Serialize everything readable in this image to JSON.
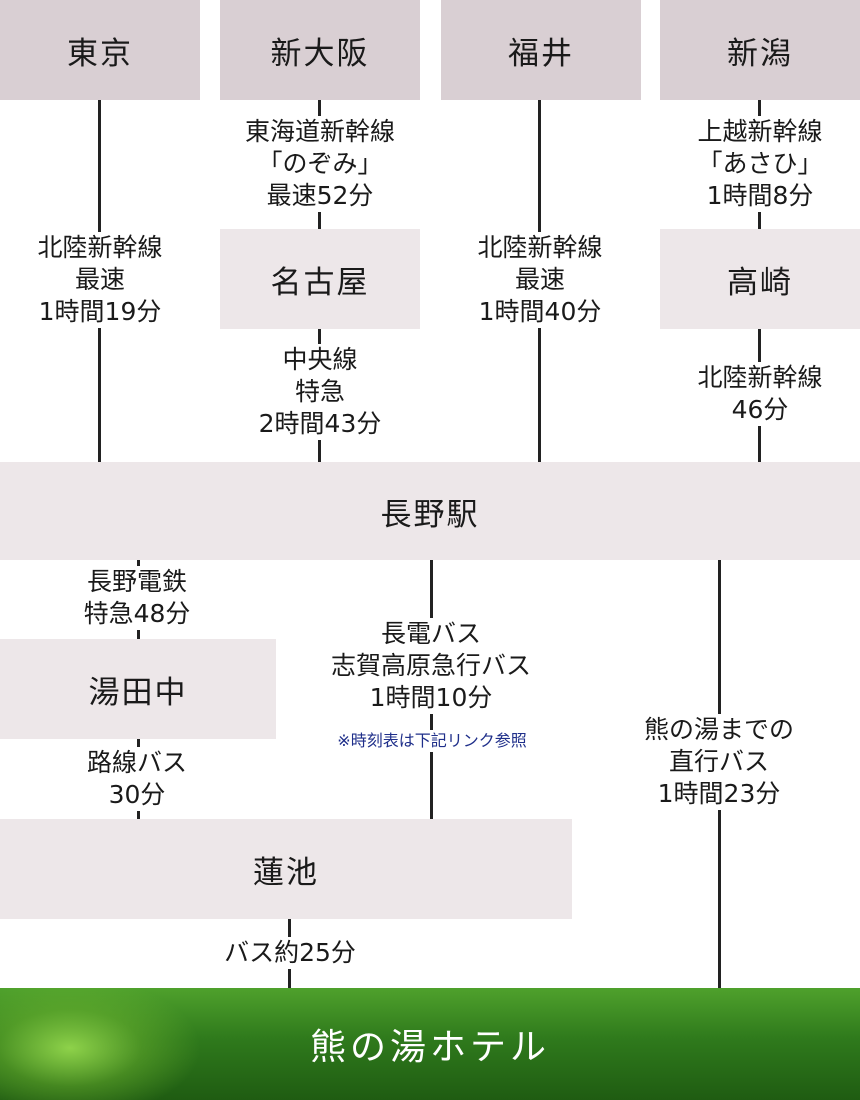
{
  "origins": {
    "tokyo": "東京",
    "shin_osaka": "新大阪",
    "fukui": "福井",
    "niigata": "新潟"
  },
  "transfers": {
    "nagoya": "名古屋",
    "takasaki": "高崎",
    "nagano_station": "長野駅",
    "yudanaka": "湯田中",
    "hasuike": "蓮池"
  },
  "routes": {
    "tokaido": [
      "東海道新幹線",
      "「のぞみ」",
      "最速52分"
    ],
    "joetsu": [
      "上越新幹線",
      "「あさひ」",
      "1時間8分"
    ],
    "tokyo_hokuriku": [
      "北陸新幹線",
      "最速",
      "1時間19分"
    ],
    "fukui_hokuriku": [
      "北陸新幹線",
      "最速",
      "1時間40分"
    ],
    "chuo": [
      "中央線",
      "特急",
      "2時間43分"
    ],
    "takasaki_hokuriku": [
      "北陸新幹線",
      "46分"
    ],
    "nagano_dentetsu": [
      "長野電鉄",
      "特急48分"
    ],
    "choden_bus": [
      "長電バス",
      "志賀高原急行バス",
      "1時間10分"
    ],
    "choden_note": "※時刻表は下記リンク参照",
    "direct_bus": [
      "熊の湯までの",
      "直行バス",
      "1時間23分"
    ],
    "route_bus": [
      "路線バス",
      "30分"
    ],
    "bus_25": [
      "バス約25分"
    ]
  },
  "destination": "熊の湯ホテル"
}
